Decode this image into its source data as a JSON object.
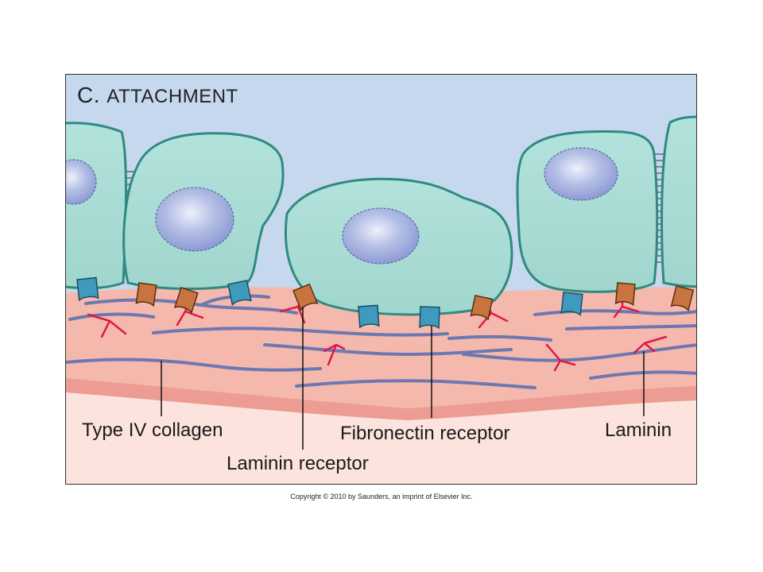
{
  "panel": {
    "title_letter": "C.",
    "title_text": "ATTACHMENT"
  },
  "labels": {
    "type_iv_collagen": "Type IV collagen",
    "laminin_receptor": "Laminin receptor",
    "fibronectin_receptor": "Fibronectin receptor",
    "laminin": "Laminin"
  },
  "copyright": "Copyright © 2010 by Saunders, an imprint of Elsevier Inc.",
  "colors": {
    "sky": "#c6d8ee",
    "cell_fill": "#a9dcd5",
    "cell_edge": "#2f8a80",
    "nucleus": "#a7b3e0",
    "matrix": "#f4b9ac",
    "matrix_light": "#fde3de",
    "matrix_band": "#ec9c92",
    "collagen_fiber": "#6d78b0",
    "laminin_arrow": "#e0184a",
    "laminin_receptor": "#c8743f",
    "fibronectin_receptor": "#3f9bbd"
  }
}
